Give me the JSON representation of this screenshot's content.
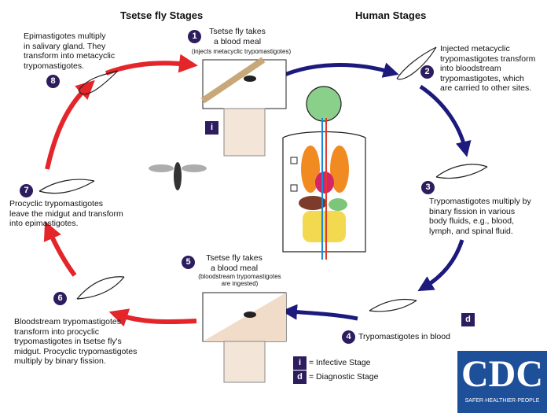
{
  "headers": {
    "tsetse": "Tsetse fly Stages",
    "human": "Human Stages"
  },
  "steps": [
    {
      "n": "1",
      "title": "Tsetse fly takes\na blood meal",
      "sub": "(injects metacyclic trypomastigotes)"
    },
    {
      "n": "2",
      "text": "Injected metacyclic\ntrypomastigotes transform\ninto bloodstream\ntrypomastigotes, which\nare carried to other sites."
    },
    {
      "n": "3",
      "text": "Trypomastigotes multiply by\nbinary fission in various\nbody fluids, e.g., blood,\nlymph, and spinal fluid."
    },
    {
      "n": "4",
      "text": "Trypomastigotes in blood"
    },
    {
      "n": "5",
      "title": "Tsetse fly takes\na blood meal",
      "sub": "(bloodstream trypomastigotes\nare ingested)"
    },
    {
      "n": "6",
      "text": "Bloodstream trypomastigotes\ntransform into procyclic\ntrypomastigotes in tsetse fly's\nmidgut. Procyclic trypomastigotes\nmultiply by binary fission."
    },
    {
      "n": "7",
      "text": "Procyclic trypomastigotes\nleave the midgut and transform\ninto epimastigotes."
    },
    {
      "n": "8",
      "text": "Epimastigotes multiply\nin salivary gland. They\ntransform into metacyclic\ntrypomastigotes."
    }
  ],
  "legend": {
    "infective_symbol": "i",
    "infective": "= Infective Stage",
    "diagnostic_symbol": "d",
    "diagnostic": "= Diagnostic Stage"
  },
  "logo": {
    "text": "CDC",
    "tagline": "SAFER·HEALTHIER·PEOPLE"
  },
  "colors": {
    "red": "#e4252a",
    "blue": "#1c1a7c",
    "badge": "#2d1d5e",
    "logo": "#1e4f99"
  }
}
